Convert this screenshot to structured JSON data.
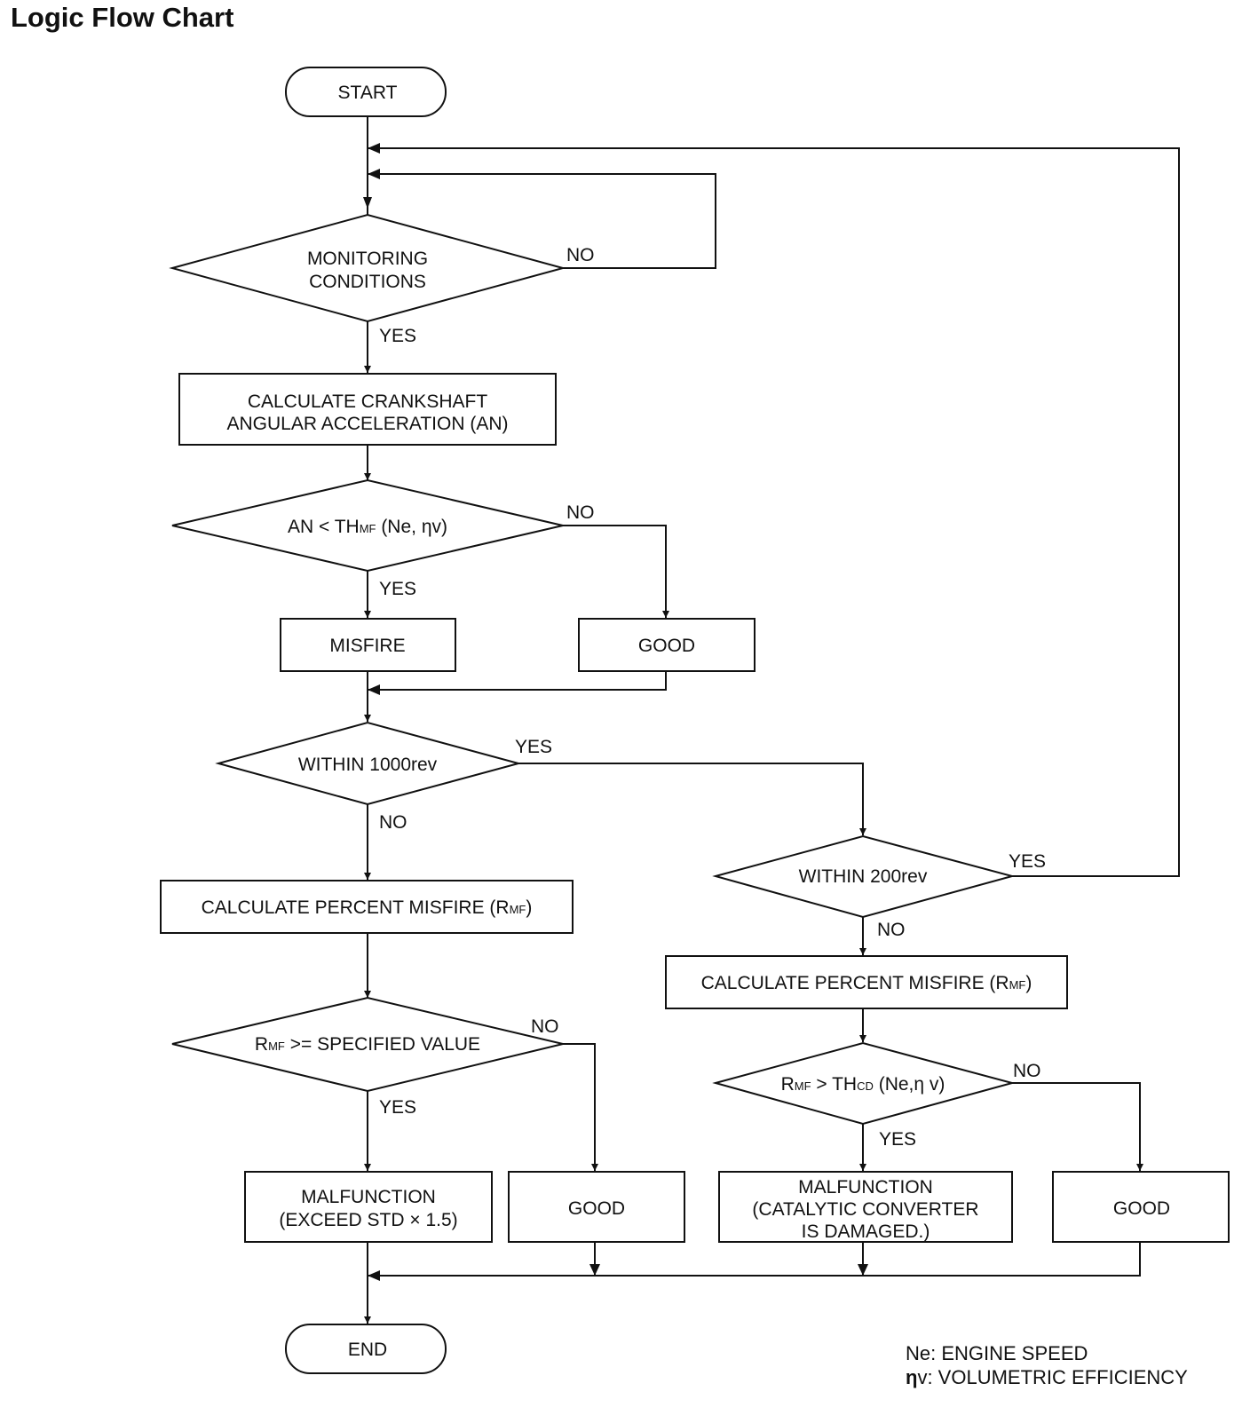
{
  "title": "Logic Flow Chart",
  "nodes": {
    "start": "START",
    "monitoring_1": "MONITORING",
    "monitoring_2": "CONDITIONS",
    "calc_an_1": "CALCULATE CRANKSHAFT",
    "calc_an_2": "ANGULAR ACCELERATION (AN)",
    "an_lt_a": "AN < TH",
    "an_lt_sub": "MF",
    "an_lt_b": " (Ne, ηv)",
    "misfire": "MISFIRE",
    "good1": "GOOD",
    "within1000": "WITHIN 1000rev",
    "calc_rmf_left_a": "CALCULATE PERCENT MISFIRE (R",
    "calc_rmf_left_sub": "MF",
    "calc_rmf_left_b": ")",
    "rmf_ge_a": "R",
    "rmf_ge_sub": "MF",
    "rmf_ge_b": " >= SPECIFIED VALUE",
    "malf1_1": "MALFUNCTION",
    "malf1_2": "(EXCEED STD  × 1.5)",
    "good2": "GOOD",
    "within200": "WITHIN 200rev",
    "calc_rmf_right_a": "CALCULATE PERCENT MISFIRE (R",
    "calc_rmf_right_sub": "MF",
    "calc_rmf_right_b": ")",
    "rmf_gt_a": "R",
    "rmf_gt_sub": "MF",
    "rmf_gt_b": " > TH",
    "rmf_gt_sub2": "CD",
    "rmf_gt_c": " (Ne,η v)",
    "malf2_1": "MALFUNCTION",
    "malf2_2": "(CATALYTIC CONVERTER",
    "malf2_3": "IS DAMAGED.)",
    "good3": "GOOD",
    "end": "END"
  },
  "edges": {
    "no_monitoring": "NO",
    "yes_monitoring": "YES",
    "no_an": "NO",
    "yes_an": "YES",
    "yes_1000": "YES",
    "no_1000": "NO",
    "yes_200": "YES",
    "no_200": "NO",
    "no_rmf_ge": "NO",
    "yes_rmf_ge": "YES",
    "no_rmf_gt": "NO",
    "yes_rmf_gt": "YES"
  },
  "legend": {
    "ne": "Ne: ENGINE SPEED",
    "eta_symbol": "η",
    "eta_text": "v: VOLUMETRIC EFFICIENCY"
  }
}
